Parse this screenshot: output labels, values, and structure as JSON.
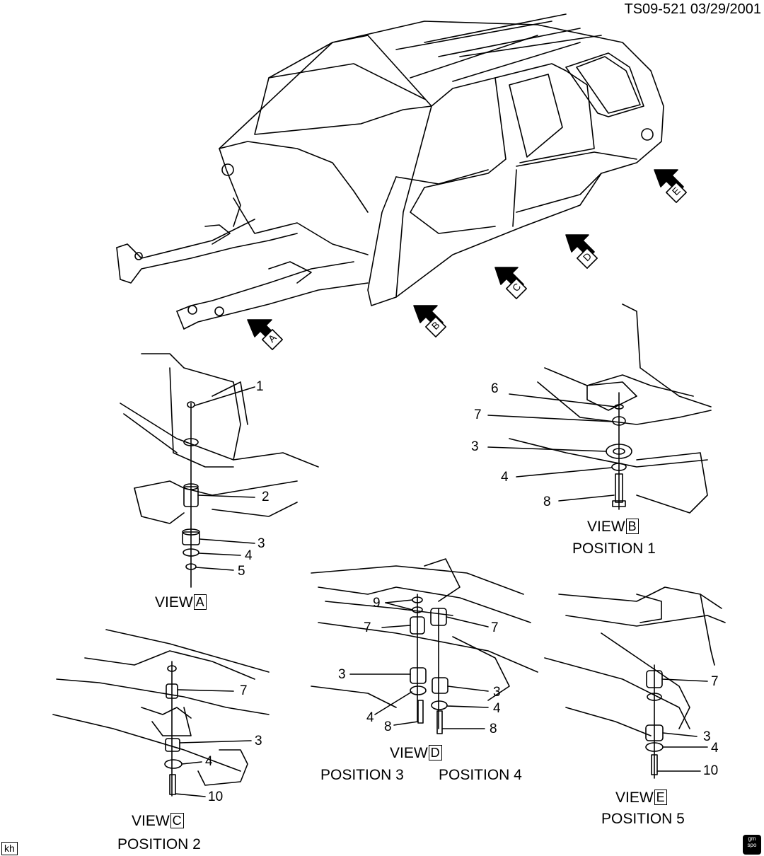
{
  "header": {
    "reference": "TS09-521  03/29/2001"
  },
  "corner_tag": "kh",
  "logo_text": "gm spo",
  "arrow_letters": [
    "A",
    "B",
    "C",
    "D",
    "E"
  ],
  "views": {
    "a": {
      "prefix": "VIEW",
      "letter": "A",
      "callouts": [
        "1",
        "2",
        "3",
        "4",
        "5"
      ]
    },
    "b": {
      "prefix": "VIEW",
      "letter": "B",
      "position": "POSITION 1",
      "callouts": [
        "6",
        "7",
        "3",
        "4",
        "8"
      ]
    },
    "c": {
      "prefix": "VIEW",
      "letter": "C",
      "position": "POSITION 2",
      "callouts": [
        "7",
        "3",
        "4",
        "10"
      ]
    },
    "d": {
      "prefix": "VIEW",
      "letter": "D",
      "position_left": "POSITION 3",
      "position_right": "POSITION 4",
      "callouts": [
        "9",
        "7",
        "7",
        "3",
        "3",
        "4",
        "4",
        "8",
        "8"
      ]
    },
    "e": {
      "prefix": "VIEW",
      "letter": "E",
      "position": "POSITION 5",
      "callouts": [
        "7",
        "3",
        "4",
        "10"
      ]
    }
  }
}
